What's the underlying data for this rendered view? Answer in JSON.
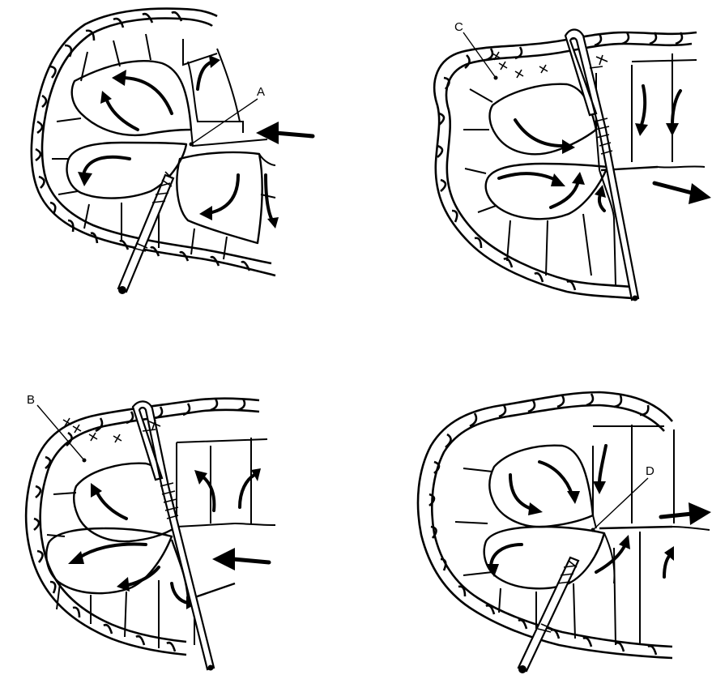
{
  "panels": [
    {
      "id": "top-left",
      "label": "A",
      "flow_arrow": "inward"
    },
    {
      "id": "top-right",
      "label": "C",
      "flow_arrow": "outward"
    },
    {
      "id": "bottom-left",
      "label": "B",
      "flow_arrow": "inward"
    },
    {
      "id": "bottom-right",
      "label": "D",
      "flow_arrow": "outward"
    }
  ],
  "colors": {
    "ink": "#000000",
    "paper": "#ffffff"
  }
}
